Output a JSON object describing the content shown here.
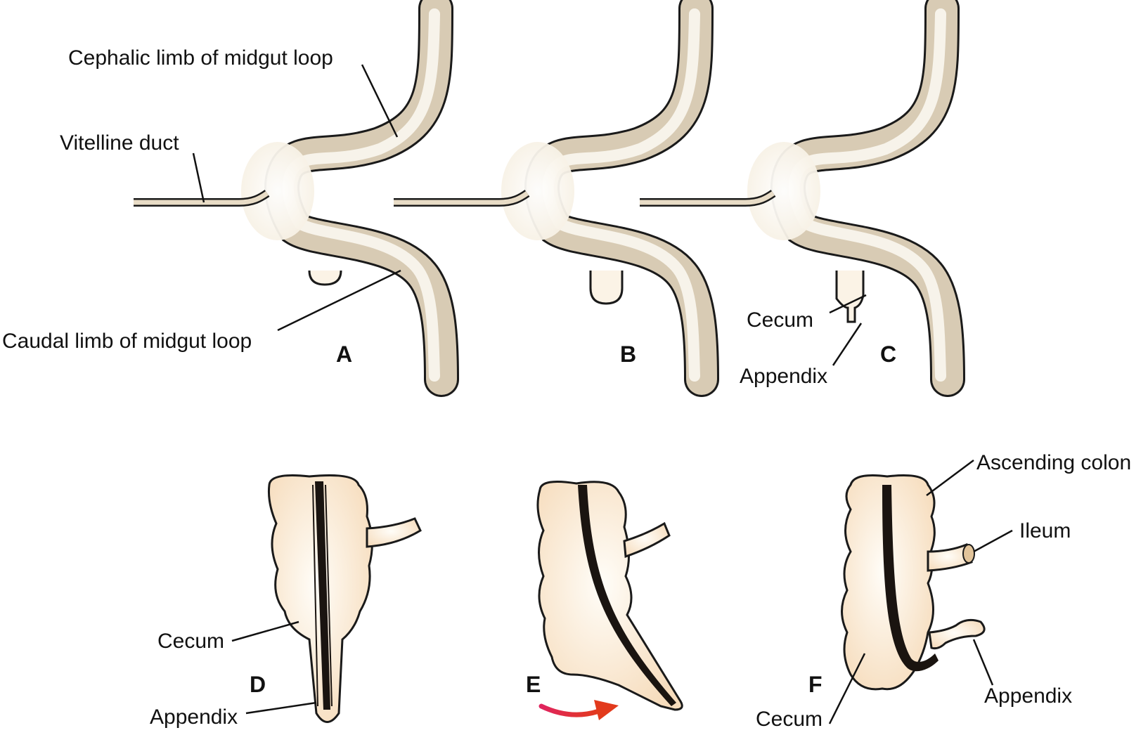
{
  "colors": {
    "tube_fill": "#d8cbb4",
    "lumen": "#fffcf5",
    "organ_fill": "#fbead2",
    "taenia": "#1a1410",
    "arrow": "#d4212a",
    "ink": "#111111"
  },
  "labels": {
    "cephalic_limb": "Cephalic limb of midgut loop",
    "vitelline_duct": "Vitelline duct",
    "caudal_limb": "Caudal limb of midgut loop",
    "cecum_c": "Cecum",
    "appendix_c": "Appendix",
    "cecum_d": "Cecum",
    "appendix_d": "Appendix",
    "ascending_colon": "Ascending colon",
    "ileum": "Ileum",
    "appendix_f": "Appendix",
    "cecum_f": "Cecum"
  },
  "panels": [
    "A",
    "B",
    "C",
    "D",
    "E",
    "F"
  ]
}
